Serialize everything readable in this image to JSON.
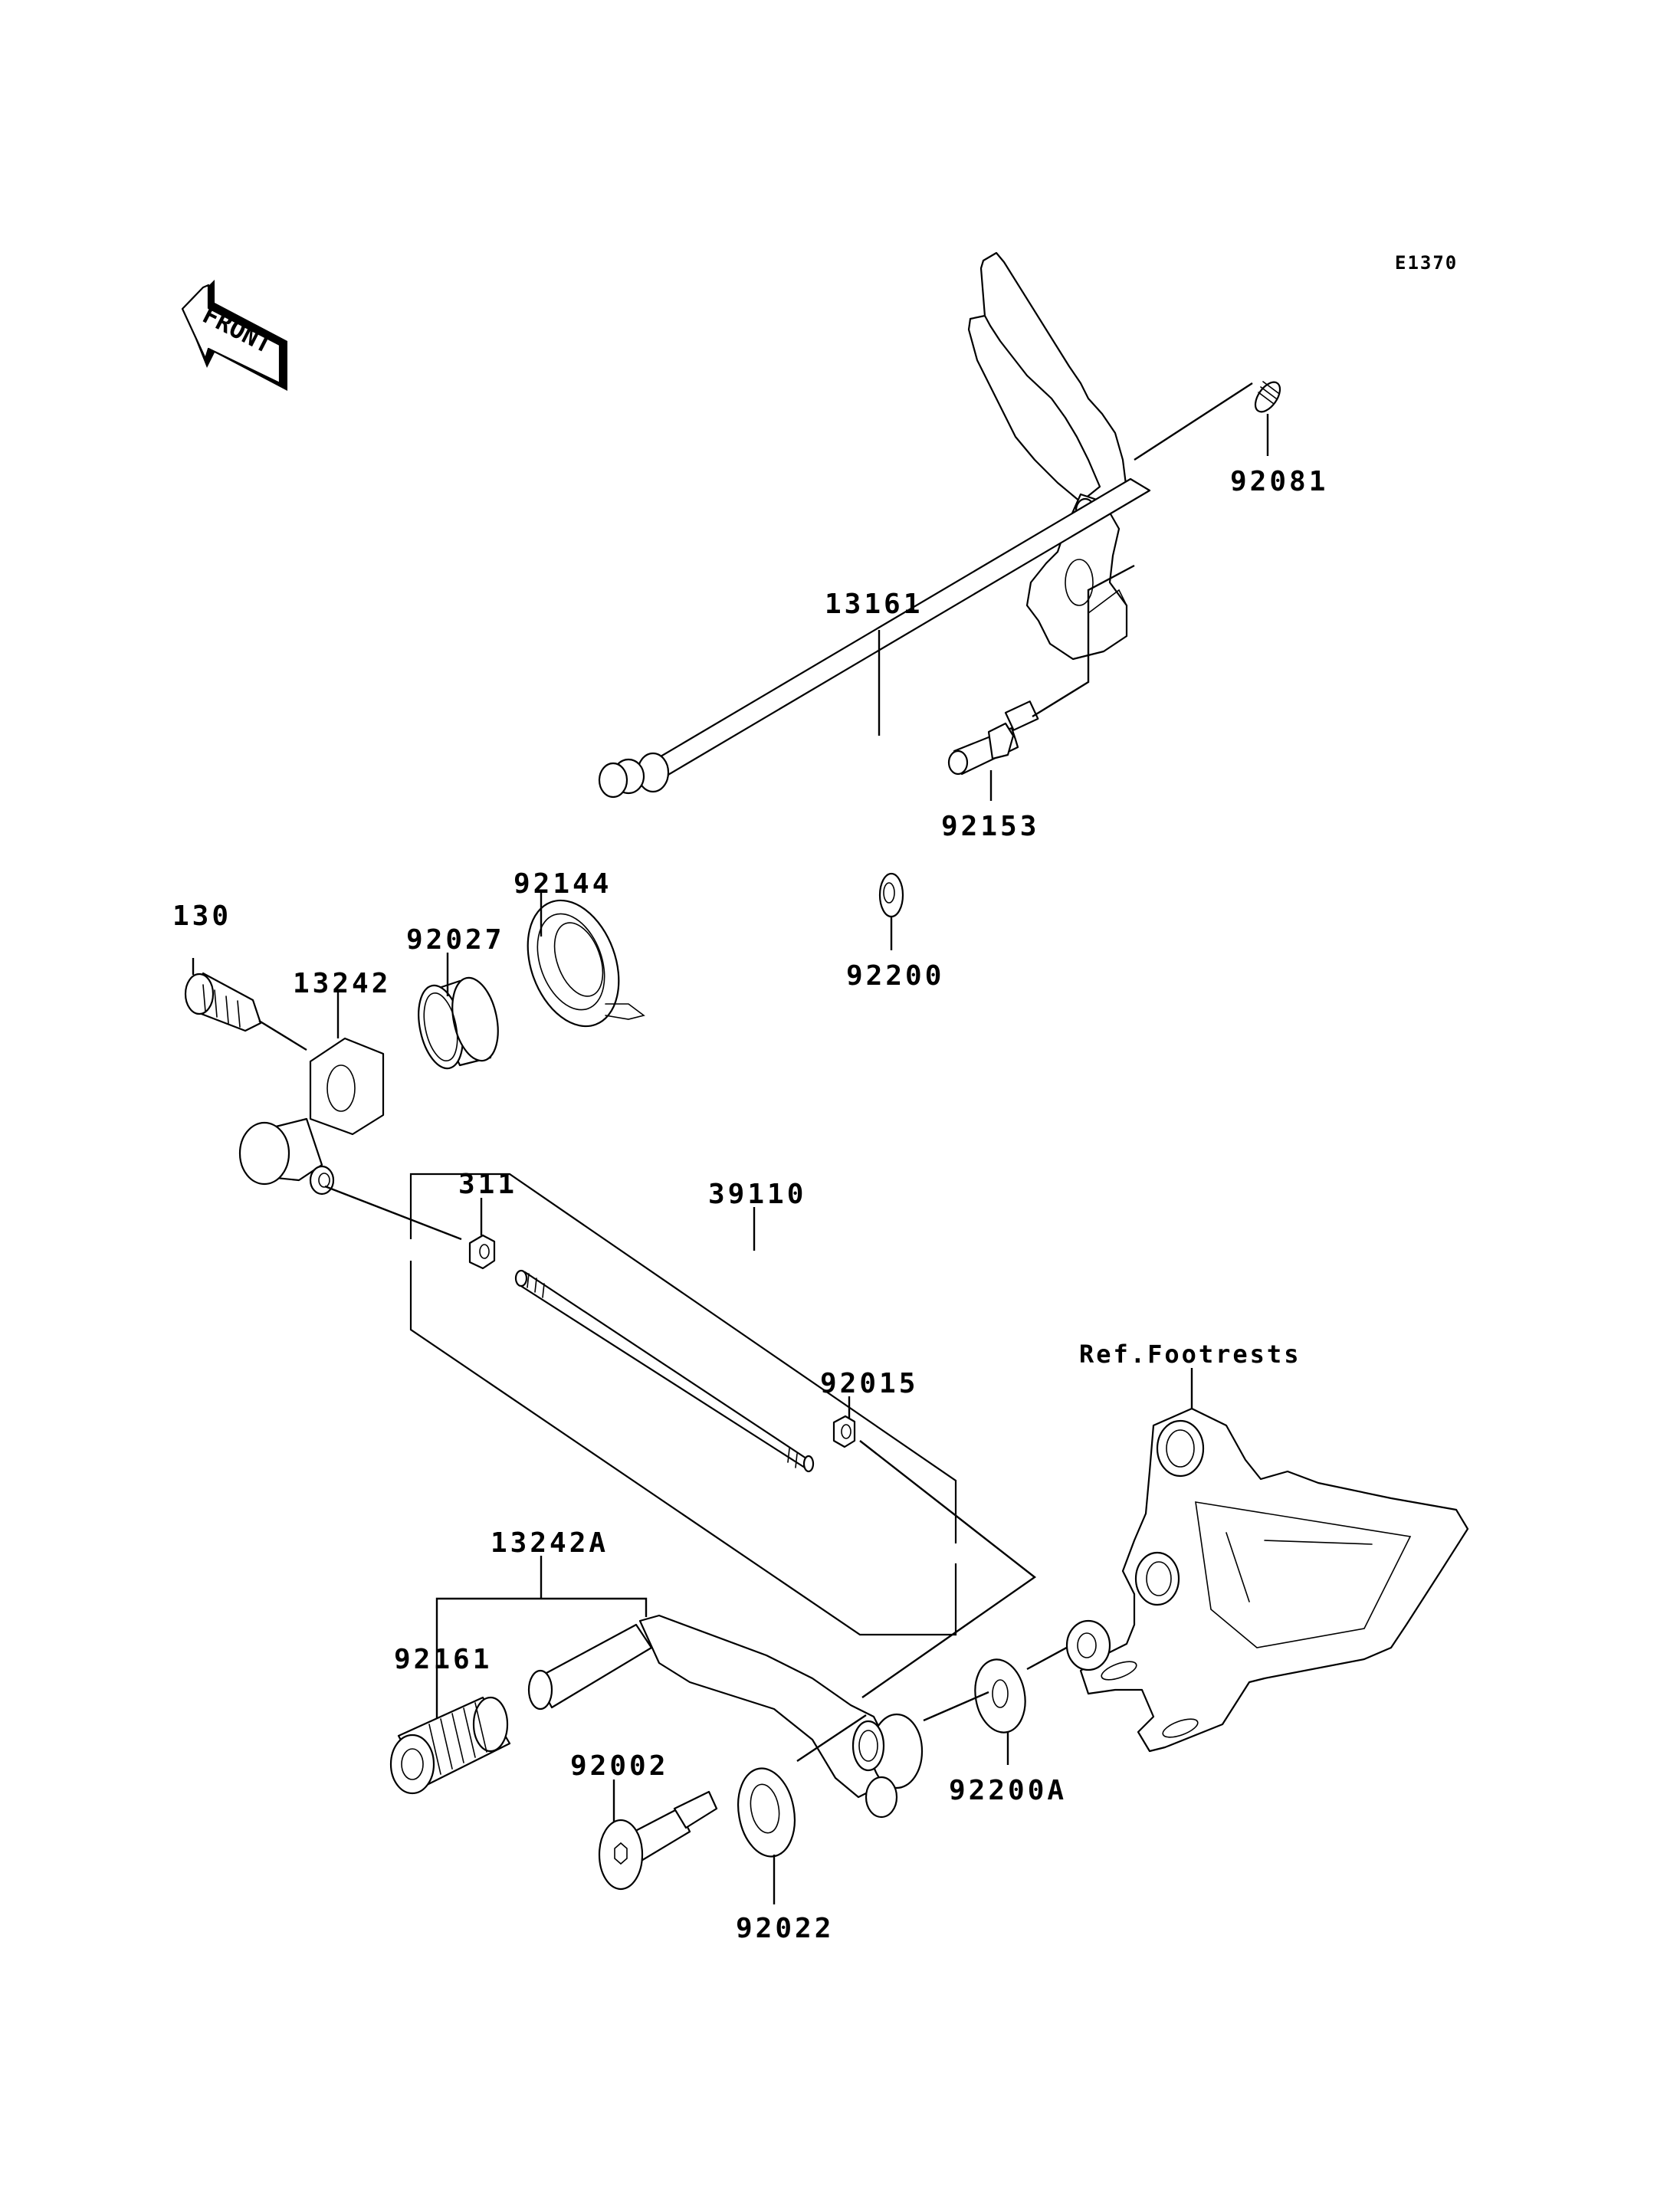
{
  "diagram": {
    "title": "Gear Change Mechanism",
    "code": "E1370",
    "front_indicator": {
      "label": "FRONT",
      "icon": "front-arrow-icon"
    },
    "reference": {
      "label": "Ref.Footrests",
      "target": "footrest-bracket"
    },
    "parts": [
      {
        "id": "p92081",
        "number": "92081",
        "depicts": "spring"
      },
      {
        "id": "p13161",
        "number": "13161",
        "depicts": "shift-shaft"
      },
      {
        "id": "p92144",
        "number": "92144",
        "depicts": "return-spring"
      },
      {
        "id": "p92027",
        "number": "92027",
        "depicts": "collar"
      },
      {
        "id": "p130",
        "number": "130",
        "depicts": "flanged-bolt"
      },
      {
        "id": "p13242",
        "number": "13242",
        "depicts": "shift-lever-arm"
      },
      {
        "id": "p92153",
        "number": "92153",
        "depicts": "bolt"
      },
      {
        "id": "p92200",
        "number": "92200",
        "depicts": "washer"
      },
      {
        "id": "p311",
        "number": "311",
        "depicts": "nut"
      },
      {
        "id": "p39110",
        "number": "39110",
        "depicts": "tie-rod-assembly"
      },
      {
        "id": "p92015",
        "number": "92015",
        "depicts": "nut"
      },
      {
        "id": "p13242A",
        "number": "13242A",
        "depicts": "shift-pedal"
      },
      {
        "id": "p92161",
        "number": "92161",
        "depicts": "pedal-rubber"
      },
      {
        "id": "p92002",
        "number": "92002",
        "depicts": "pivot-bolt"
      },
      {
        "id": "p92022",
        "number": "92022",
        "depicts": "washer"
      },
      {
        "id": "p92200A",
        "number": "92200A",
        "depicts": "washer"
      }
    ]
  }
}
